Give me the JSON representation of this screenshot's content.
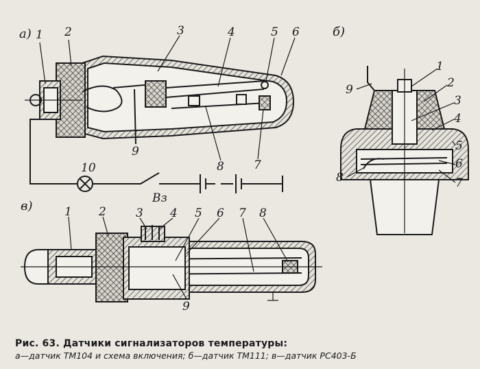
{
  "section_labels": {
    "a": "а)",
    "b": "б)",
    "c": "в)"
  },
  "callouts_a": [
    "1",
    "2",
    "3",
    "4",
    "5",
    "6",
    "7",
    "8",
    "9",
    "10"
  ],
  "switch_label": "Вз",
  "callouts_b": [
    "9",
    "1",
    "2",
    "3",
    "4",
    "5",
    "6",
    "7",
    "8"
  ],
  "callouts_c": [
    "1",
    "2",
    "3",
    "4",
    "5",
    "6",
    "7",
    "8",
    "9"
  ],
  "caption": {
    "title": "Рис. 63. Датчики сигнализаторов температуры:",
    "subtitle": "а—датчик ТМ104 и схема включения; б—датчик ТМ111; в—датчик РС403-Б"
  }
}
